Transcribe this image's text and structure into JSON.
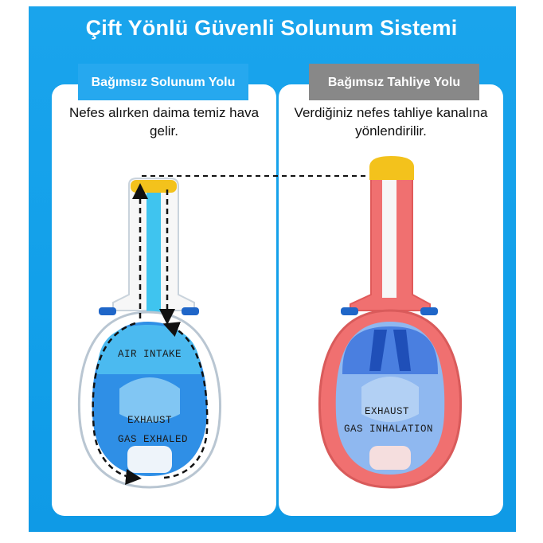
{
  "title": "Çift Yönlü Güvenli Solunum Sistemi",
  "left_panel": {
    "banner": "Bağımsız Solunum Yolu",
    "description": "Nefes alırken daima temiz hava gelir.",
    "mask_labels": {
      "air_intake": "AIR INTAKE",
      "exhaust": "EXHAUST",
      "gas_exhaled": "GAS EXHALED"
    }
  },
  "right_panel": {
    "banner": "Bağımsız Tahliye Yolu",
    "description": "Verdiğiniz nefes tahliye kanalına yönlendirilir.",
    "mask_labels": {
      "exhaust": "EXHAUST",
      "gas_inhalation": "GAS INHALATION"
    }
  },
  "colors": {
    "background_blue": "#12a0ea",
    "left_banner": "#26a8ef",
    "right_banner": "#888888",
    "mask_blue": "#2f8fe6",
    "mask_pink": "#f07070",
    "snorkel_cap": "#f3c21c"
  }
}
